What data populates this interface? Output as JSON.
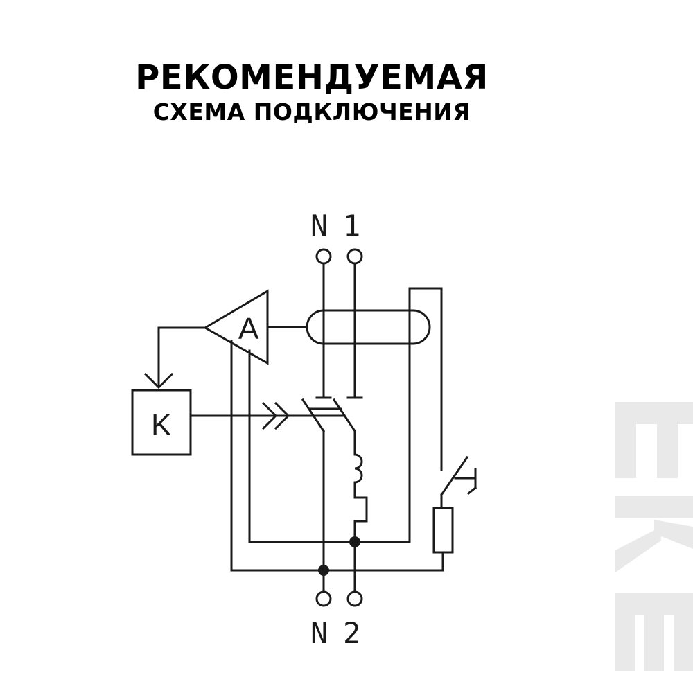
{
  "title": {
    "line1": "РЕКОМЕНДУЕМАЯ",
    "line2": "СХЕМА ПОДКЛЮЧЕНИЯ"
  },
  "terminals": {
    "top_n": "N",
    "top_1": "1",
    "bottom_n": "N",
    "bottom_2": "2"
  },
  "blocks": {
    "amplifier": "A",
    "relay": "K"
  },
  "watermark": {
    "text": "EKF",
    "color": "#e9e9e9"
  },
  "colors": {
    "line": "#1a1a1a",
    "background": "#ffffff"
  }
}
